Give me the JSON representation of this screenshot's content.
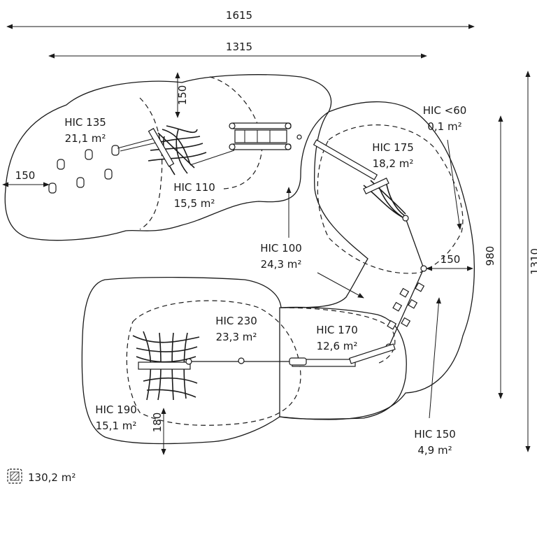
{
  "dimensions": {
    "overall_width": "1615",
    "inner_width": "1315",
    "overall_height": "1310",
    "inner_height": "980",
    "top_margin": "150",
    "left_margin": "150",
    "right_margin": "150",
    "bottom_margin": "180"
  },
  "zones": [
    {
      "id": "hic135",
      "label": "HIC 135",
      "area": "21,1 m²"
    },
    {
      "id": "hic110",
      "label": "HIC 110",
      "area": "15,5 m²"
    },
    {
      "id": "hic60",
      "label": "HIC <60",
      "area": "0,1 m²"
    },
    {
      "id": "hic175",
      "label": "HIC 175",
      "area": "18,2 m²"
    },
    {
      "id": "hic100",
      "label": "HIC 100",
      "area": "24,3 m²"
    },
    {
      "id": "hic230",
      "label": "HIC 230",
      "area": "23,3 m²"
    },
    {
      "id": "hic170",
      "label": "HIC 170",
      "area": "12,6 m²"
    },
    {
      "id": "hic190",
      "label": "HIC 190",
      "area": "15,1 m²"
    },
    {
      "id": "hic150",
      "label": "HIC 150",
      "area": "4,9 m²"
    }
  ],
  "legend": {
    "icon": "hatched-square-icon",
    "total_area": "130,2 m²"
  }
}
